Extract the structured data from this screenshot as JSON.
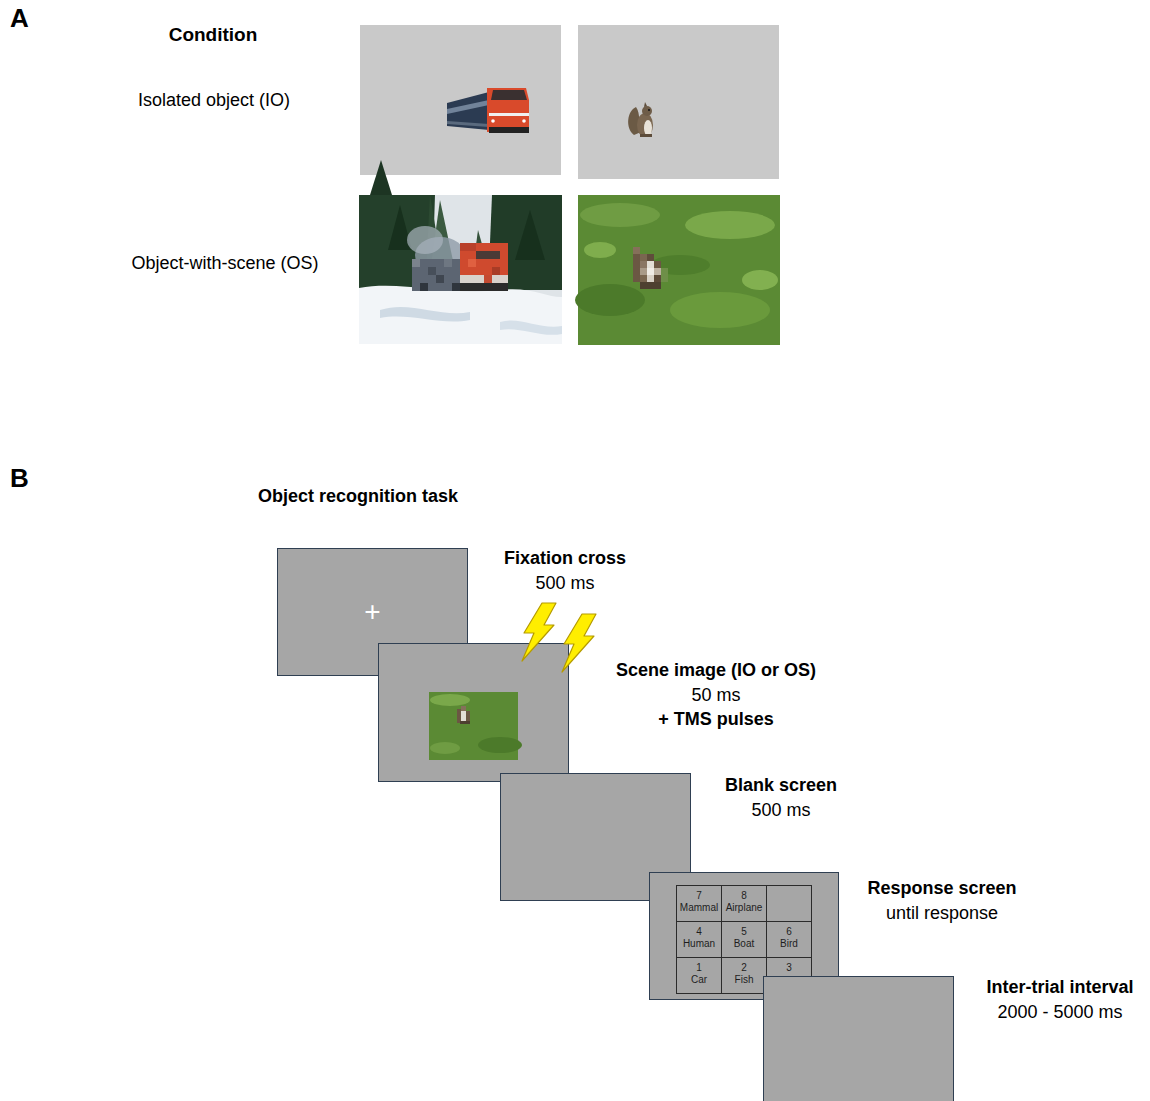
{
  "diagram": {
    "nodes": [
      {
        "text": [
          "Fixation cross",
          "500 ms",
          "+"
        ]
      },
      {
        "text": [
          "Scene image (IO or OS)",
          "50 ms",
          "+ TMS pulses"
        ]
      },
      {
        "text": [
          "Blank screen",
          "500 ms"
        ]
      },
      {
        "text": [
          "Response screen",
          "until response"
        ]
      },
      {
        "text": [
          "7",
          "Mammal"
        ],
        "in": 3
      },
      {
        "text": [
          "8",
          "Airplane"
        ],
        "in": 3
      },
      {
        "text": [
          "4",
          "Human"
        ],
        "in": 3
      },
      {
        "text": [
          "5",
          "Boat"
        ],
        "in": 3
      },
      {
        "text": [
          "6",
          "Bird"
        ],
        "in": 3
      },
      {
        "text": [
          "1",
          "Car"
        ],
        "in": 3
      },
      {
        "text": [
          "2",
          "Fish"
        ],
        "in": 3
      },
      {
        "text": [
          "3"
        ],
        "in": 3
      },
      {
        "text": [
          "Inter-trial interval",
          "2000 - 5000 ms"
        ]
      }
    ],
    "labels": [
      "A",
      "Condition",
      "Isolated object (IO)",
      "Object-with-scene (OS)",
      "B",
      "Object recognition task"
    ]
  }
}
